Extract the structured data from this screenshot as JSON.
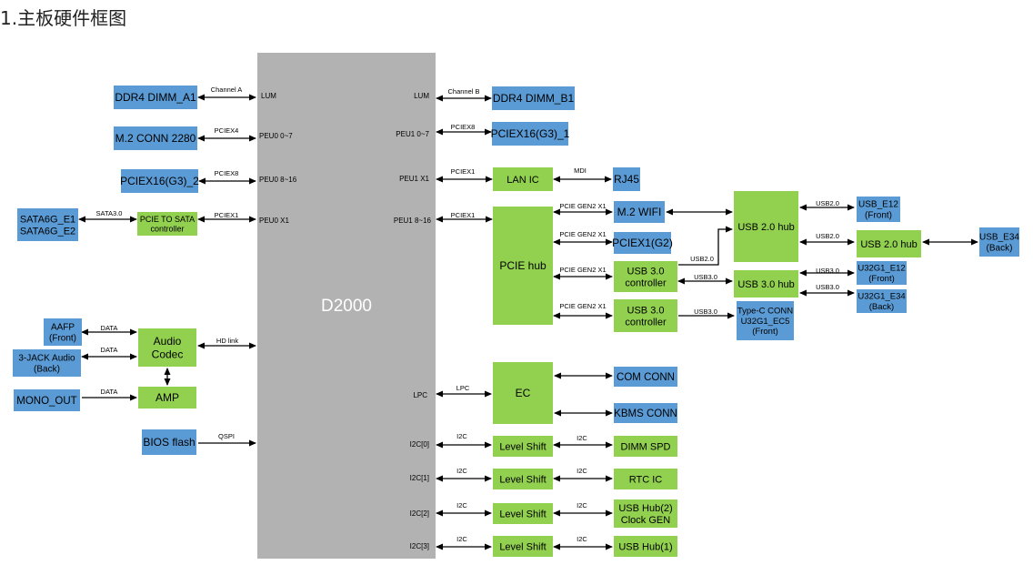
{
  "title": "1.主板硬件框图",
  "colors": {
    "blue": "#5b9bd5",
    "green": "#92d050",
    "chip": "#b2b2b2",
    "line": "#000000"
  },
  "chip": {
    "label": "D2000"
  },
  "blocks": {
    "ddr4_a1": "DDR4 DIMM_A1",
    "m2_2280": "M.2 CONN 2280",
    "pciex16_2": "PCIEX16(G3)_2",
    "sata": [
      "SATA6G_E1",
      "SATA6G_E2"
    ],
    "pcie_to_sata": [
      "PCIE TO SATA",
      "controller"
    ],
    "aafp": [
      "AAFP",
      "(Front)"
    ],
    "jack3": [
      "3-JACK Audio",
      "(Back)"
    ],
    "mono_out": "MONO_OUT",
    "audio_codec": [
      "Audio",
      "Codec"
    ],
    "amp": "AMP",
    "bios_flash": "BIOS flash",
    "ddr4_b1": "DDR4 DIMM_B1",
    "pciex16_1": "PCIEX16(G3)_1",
    "lan_ic": "LAN IC",
    "rj45": "RJ45",
    "pcie_hub": "PCIE hub",
    "m2_wifi": "M.2 WIFI",
    "pciex1_g2": "PCIEX1(G2)",
    "usb30_ctrl_1": [
      "USB 3.0",
      "controller"
    ],
    "usb30_ctrl_2": [
      "USB 3.0",
      "controller"
    ],
    "usb20_hub_1": "USB 2.0 hub",
    "usb30_hub": "USB 3.0 hub",
    "usb20_hub_2": "USB 2.0 hub",
    "usb_e12": [
      "USB_E12",
      "(Front)"
    ],
    "usb_e34": [
      "USB_E34",
      "(Back)"
    ],
    "u32g1_e12": [
      "U32G1_E12",
      "(Front)"
    ],
    "u32g1_e34": [
      "U32G1_E34",
      "(Back)"
    ],
    "typec": [
      "Type-C CONN",
      "U32G1_EC5",
      "(Front)"
    ],
    "ec": "EC",
    "com_conn": "COM CONN",
    "kbms_conn": "KBMS CONN",
    "level_shift": "Level Shift",
    "dimm_spd": "DIMM SPD",
    "rtc_ic": "RTC IC",
    "usb_hub2_clk": [
      "USB Hub(2)",
      "Clock GEN"
    ],
    "usb_hub1": "USB Hub(1)"
  },
  "ports": {
    "lum_left": "LUM",
    "peu0_0_7": "PEU0 0~7",
    "peu0_8_16": "PEU0 8~16",
    "peu0_x1": "PEU0 X1",
    "lum_right": "LUM",
    "peu1_0_7": "PEU1 0~7",
    "peu1_x1": "PEU1 X1",
    "peu1_8_16": "PEU1 8~16",
    "lpc": "LPC",
    "i2c0": "I2C[0]",
    "i2c1": "I2C[1]",
    "i2c2": "I2C[2]",
    "i2c3": "I2C[3]"
  },
  "links": {
    "channel_a": "Channel A",
    "channel_b": "Channel B",
    "pciex4": "PCIEX4",
    "pciex8": "PCIEX8",
    "pciex1": "PCIEX1",
    "sata30": "SATA3.0",
    "mdi": "MDI",
    "pcie_gen2_x1": "PCIE GEN2 X1",
    "usb20": "USB2.0",
    "usb30": "USB3.0",
    "data": "DATA",
    "hd_link": "HD link",
    "qspi": "QSPI",
    "lpc": "LPC",
    "i2c": "I2C"
  }
}
